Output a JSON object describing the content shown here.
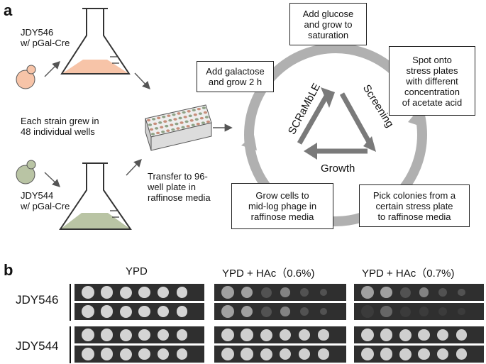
{
  "panel_a": {
    "letter": "a",
    "strain_top": [
      "JDY546",
      "w/ pGal-Cre"
    ],
    "strain_bottom": [
      "JDY544",
      "w/ pGal-Cre"
    ],
    "wells_note": [
      "Each strain grew in",
      "48 individual wells"
    ],
    "transfer_note": [
      "Transfer to 96-",
      "well plate in",
      "raffinose media"
    ],
    "cycle_boxes": {
      "galactose": [
        "Add galactose",
        "and grow 2 h"
      ],
      "glucose": [
        "Add glucose",
        "and grow to",
        "saturation"
      ],
      "spot": [
        "Spot onto",
        "stress plates",
        "with different",
        "concentration",
        "of acetate acid"
      ],
      "pick": [
        "Pick colonies from a",
        "certain stress plate",
        "to raffinose media"
      ],
      "grow": [
        "Grow cells to",
        "mid-log phage in",
        "raffinose media"
      ]
    },
    "triangle_labels": {
      "scramble": "SCRaMbLE",
      "screening": "Screening",
      "growth": "Growth"
    },
    "colors": {
      "top_culture": "#f7c4a8",
      "bottom_culture": "#b9c4a4",
      "cycle": "#b0b0b0",
      "arrow": "#7a7a7a"
    }
  },
  "panel_b": {
    "letter": "b",
    "headers": [
      "YPD",
      "YPD + HAc（0.6%)",
      "YPD + HAc（0.7%)"
    ],
    "strains": [
      "JDY546",
      "JDY544"
    ]
  }
}
